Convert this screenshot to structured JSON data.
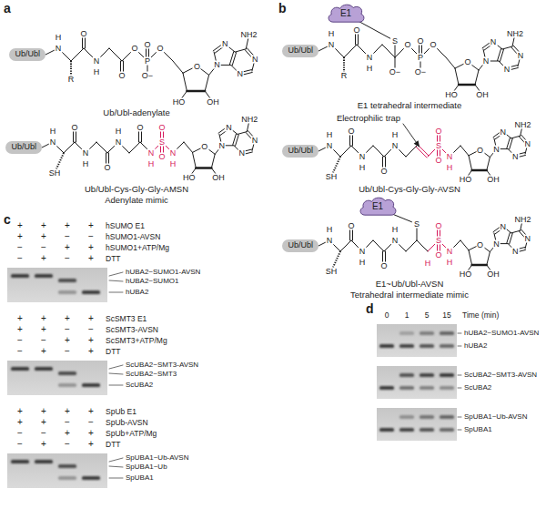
{
  "diagram": {
    "nodes": [
      {
        "text": [
          "Ub/Ubl"
        ]
      },
      {
        "text": [
          "Ub/Ubl"
        ]
      },
      {
        "text": [
          "E1"
        ]
      },
      {
        "text": [
          "Ub/Ubl"
        ]
      },
      {
        "text": [
          "Ub/Ubl"
        ]
      },
      {
        "text": [
          "E1"
        ]
      },
      {
        "text": [
          "Ub/Ubl"
        ]
      }
    ],
    "labels": [
      "a",
      "N",
      "H",
      "R",
      "O",
      "N",
      "H",
      "O",
      "O",
      "P",
      "O",
      "O−",
      "O",
      "NH2",
      "N",
      "N",
      "N",
      "N",
      "O",
      "HO",
      "OH",
      "Ub/Ubl-adenylate",
      "N",
      "H",
      "SH",
      "O",
      "N",
      "H",
      "O",
      "N",
      "H",
      "O",
      "N",
      "H",
      "S",
      "O",
      "O",
      "N",
      "H",
      "NH2",
      "N",
      "N",
      "N",
      "N",
      "O",
      "HO",
      "OH",
      "Ub/Ubl-Cys-Gly-Gly-AMSN",
      "Adenylate mimic",
      "b",
      "N",
      "H",
      "R",
      "O",
      "N",
      "H",
      "S",
      "O−",
      "O",
      "P",
      "O",
      "O−",
      "O",
      "NH2",
      "N",
      "N",
      "N",
      "N",
      "O",
      "HO",
      "OH",
      "E1 tetrahedral intermediate",
      "Electrophilic trap",
      "N",
      "H",
      "SH",
      "O",
      "N",
      "H",
      "O",
      "N",
      "H",
      "S",
      "O",
      "O",
      "N",
      "H",
      "NH2",
      "N",
      "N",
      "N",
      "N",
      "O",
      "HO",
      "OH",
      "Ub/Ubl-Cys-Gly-Gly-AVSN",
      "N",
      "H",
      "SH",
      "O",
      "N",
      "H",
      "O",
      "N",
      "H",
      "S",
      "H",
      "S",
      "O",
      "O",
      "N",
      "H",
      "NH2",
      "N",
      "N",
      "N",
      "N",
      "O",
      "HO",
      "OH",
      "E1~Ub/Ubl-AVSN",
      "Tetrahedral intermediate mimic",
      "c",
      "+",
      "+",
      "+",
      "+",
      "hSUMO E1",
      "+",
      "+",
      "−",
      "−",
      "hSUMO1-AVSN",
      "−",
      "−",
      "+",
      "+",
      "hSUMO1+ATP/Mg",
      "−",
      "+",
      "−",
      "+",
      "DTT",
      "hUBA2~SUMO1-AVSN",
      "hUBA2~SUMO1",
      "hUBA2",
      "+",
      "+",
      "+",
      "+",
      "ScSMT3 E1",
      "+",
      "+",
      "−",
      "−",
      "ScSMT3-AVSN",
      "−",
      "−",
      "+",
      "+",
      "ScSMT3+ATP/Mg",
      "−",
      "+",
      "−",
      "+",
      "DTT",
      "ScUBA2~SMT3-AVSN",
      "ScUBA2~SMT3",
      "ScUBA2",
      "+",
      "+",
      "+",
      "+",
      "SpUb E1",
      "+",
      "+",
      "−",
      "−",
      "SpUb-AVSN",
      "−",
      "−",
      "+",
      "+",
      "SpUb+ATP/Mg",
      "−",
      "+",
      "−",
      "+",
      "DTT",
      "SpUBA1~Ub-AVSN",
      "SpUBA1~Ub",
      "SpUBA1",
      "d",
      "0",
      "1",
      "5",
      "15",
      "Time (min)",
      "hUBA2~SUMO1-AVSN",
      "hUBA2",
      "ScUBA2~SMT3-AVSN",
      "ScUBA2",
      "SpUBA1~Ub-AVSN",
      "SpUBA1"
    ]
  }
}
